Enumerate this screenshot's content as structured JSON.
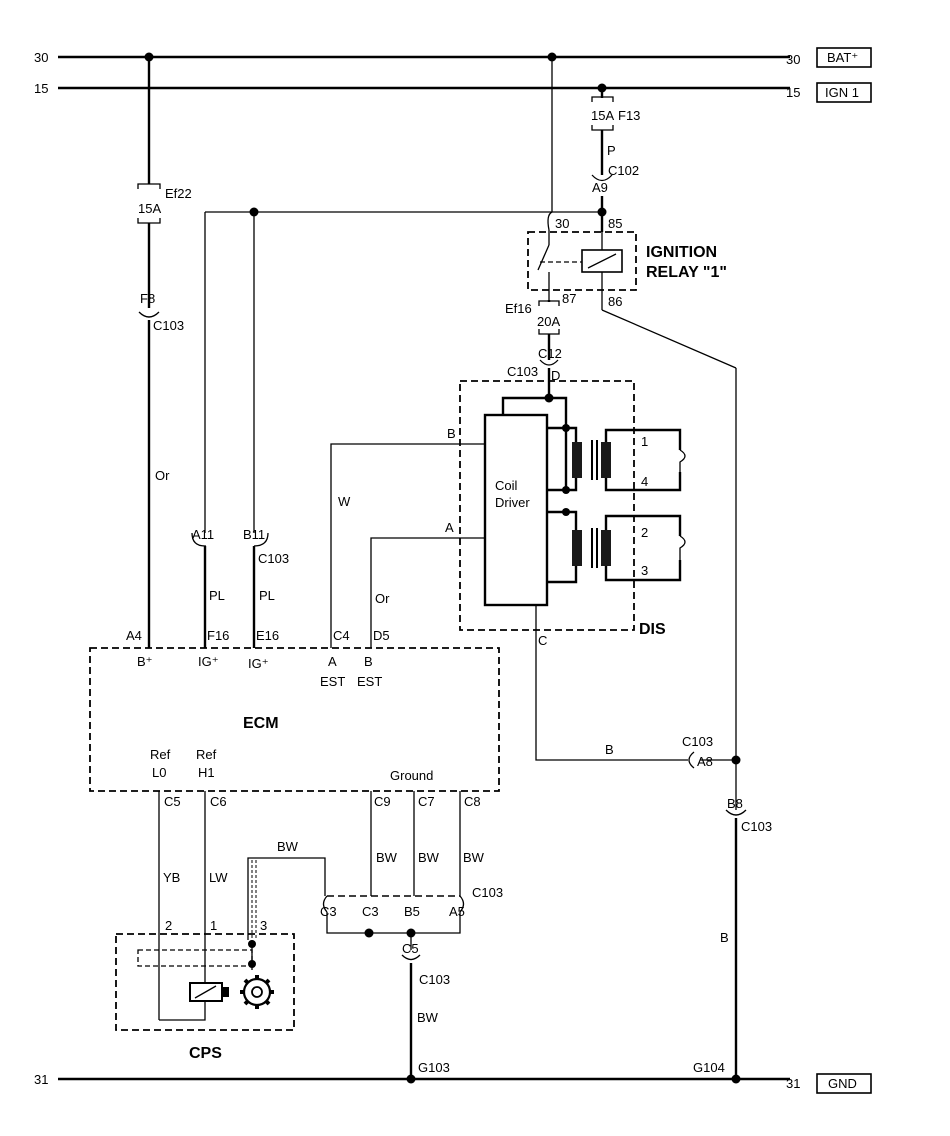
{
  "rails": {
    "bat_num_left": "30",
    "bat_num_right": "30",
    "bat_label": "BAT⁺",
    "ign_num_left": "15",
    "ign_num_right": "15",
    "ign_label": "IGN 1",
    "gnd_num_left": "31",
    "gnd_num_right": "31",
    "gnd_label": "GND"
  },
  "fuses": {
    "ef22_rating": "15A",
    "ef22_name": "Ef22",
    "f13_rating": "15A",
    "f13_name": "F13",
    "ef16_rating": "20A",
    "ef16_name": "Ef16"
  },
  "connectors": {
    "f8": "F8",
    "c103_f8": "C103",
    "a9": "A9",
    "c102": "C102",
    "p_wire": "P",
    "c12": "C12",
    "c103_d": "C103",
    "d": "D",
    "a11": "A11",
    "b11": "B11",
    "c103_ab11": "C103",
    "a8": "A8",
    "c103_a8": "C103",
    "b8": "B8",
    "c103_b8": "C103",
    "c3a": "C3",
    "c3b": "C3",
    "b5": "B5",
    "a5": "A5",
    "c103_gnd": "C103",
    "c5": "C5",
    "c103_c5": "C103",
    "g103": "G103",
    "g104": "G104"
  },
  "relay": {
    "title_line1": "IGNITION",
    "title_line2": "RELAY \"1\"",
    "pin30": "30",
    "pin85": "85",
    "pin87": "87",
    "pin86": "86"
  },
  "dis": {
    "title": "DIS",
    "driver_line1": "Coil",
    "driver_line2": "Driver",
    "pin_b": "B",
    "pin_a": "A",
    "pin_c": "C",
    "plug1": "1",
    "plug4": "4",
    "plug2": "2",
    "plug3": "3"
  },
  "wires": {
    "or1": "Or",
    "pl1": "PL",
    "pl2": "PL",
    "w": "W",
    "or2": "Or",
    "b_a8": "B",
    "b_ground": "B",
    "yb": "YB",
    "lw": "LW",
    "bw_shield": "BW",
    "bw_c9": "BW",
    "bw_c7": "BW",
    "bw_c8": "BW",
    "bw_c5": "BW"
  },
  "ecm": {
    "title": "ECM",
    "pin_a4": "A4",
    "pin_f16": "F16",
    "pin_e16": "E16",
    "pin_c4": "C4",
    "pin_d5": "D5",
    "b_plus": "B⁺",
    "ig_plus1": "IG⁺",
    "ig_plus2": "IG⁺",
    "est_a1": "A",
    "est_a2": "EST",
    "est_b1": "B",
    "est_b2": "EST",
    "ref_lo1": "Ref",
    "ref_lo2": "L0",
    "ref_hi1": "Ref",
    "ref_hi2": "H1",
    "ground": "Ground",
    "pin_c5": "C5",
    "pin_c6": "C6",
    "pin_c9": "C9",
    "pin_c7": "C7",
    "pin_c8": "C8"
  },
  "cps": {
    "title": "CPS",
    "pin2": "2",
    "pin1": "1",
    "pin3": "3"
  }
}
